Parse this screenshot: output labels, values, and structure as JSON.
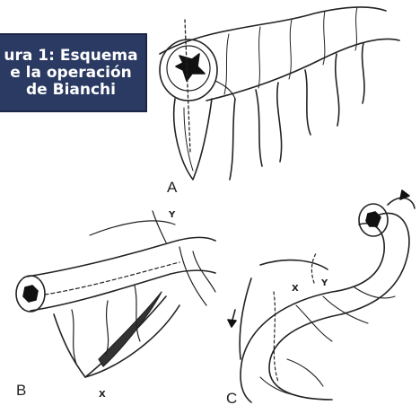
{
  "caption": {
    "line1": "ura 1: Esquema",
    "line2": "e la operación",
    "line3": "de Bianchi"
  },
  "panels": {
    "a": "A",
    "b": "B",
    "c": "C"
  },
  "marks": {
    "b_top": "Y",
    "b_bottom": "X",
    "c_x": "X",
    "c_y": "Y"
  },
  "colors": {
    "caption_bg": "#2b3a62",
    "caption_text": "#ffffff",
    "ink": "#222222"
  }
}
